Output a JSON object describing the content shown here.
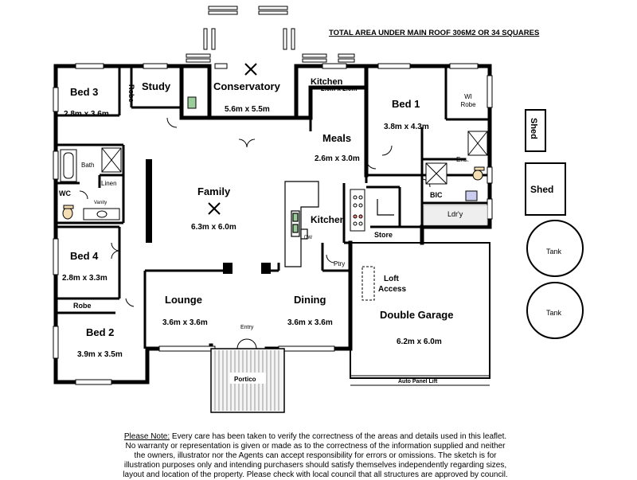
{
  "header": {
    "total_area": "TOTAL AREA UNDER MAIN ROOF 306M2 OR 34 SQUARES"
  },
  "rooms": {
    "bed3": {
      "name": "Bed 3",
      "dims": "2.8m x 3.6m"
    },
    "robe_bed3": {
      "name": "Robe"
    },
    "study": {
      "name": "Study"
    },
    "conservatory": {
      "name": "Conservatory",
      "dims": "5.6m x 5.5m"
    },
    "kitchen_small": {
      "name": "Kitchen",
      "dims": "2.6m x 2.0m"
    },
    "bed1": {
      "name": "Bed 1",
      "dims": "3.8m x 4.3m"
    },
    "wi_robe": {
      "name": "WI\nRobe"
    },
    "meals": {
      "name": "Meals",
      "dims": "2.6m x 3.0m"
    },
    "bath": {
      "name": "Bath"
    },
    "linen": {
      "name": "Linen"
    },
    "wc": {
      "name": "WC"
    },
    "vanity": {
      "name": "Vanity"
    },
    "ens": {
      "name": "Ens."
    },
    "bic": {
      "name": "BIC"
    },
    "laundry": {
      "name": "Ldr'y"
    },
    "family": {
      "name": "Family",
      "dims": "6.3m x 6.0m"
    },
    "kitchen": {
      "name": "Kitchen"
    },
    "dw": {
      "name": "DW"
    },
    "store": {
      "name": "Store"
    },
    "ptry": {
      "name": "Ptry"
    },
    "bed4": {
      "name": "Bed 4",
      "dims": "2.8m x 3.3m"
    },
    "robe_bed2": {
      "name": "Robe"
    },
    "bed2": {
      "name": "Bed 2",
      "dims": "3.9m x 3.5m"
    },
    "lounge": {
      "name": "Lounge",
      "dims": "3.6m x 3.6m"
    },
    "entry": {
      "name": "Entry"
    },
    "dining": {
      "name": "Dining",
      "dims": "3.6m x 3.6m"
    },
    "loft": {
      "name": "Loft\nAccess"
    },
    "garage": {
      "name": "Double Garage",
      "dims": "6.2m x 6.0m"
    },
    "panel_lift": {
      "name": "Auto Panel Lift"
    },
    "portico": {
      "name": "Portico"
    }
  },
  "outbuildings": {
    "shed_small": "Shed",
    "shed": "Shed",
    "tank1": "Tank",
    "tank2": "Tank"
  },
  "note": {
    "label": "Please Note:",
    "text": " Every care has been taken to verify the correctness of the areas and details used in this  leaflet. No warranty or  representation is  given or made as to the correctness of the information supplied and   neither the owners, illustrator nor the Agents can accept responsibility for errors or omissions.  The sketch is for illustration  purposes  only and  intending purchasers should satisfy themselves independently regarding  sizes, layout  and  location of the property. Please check  with local council that all structures are approved by council."
  }
}
